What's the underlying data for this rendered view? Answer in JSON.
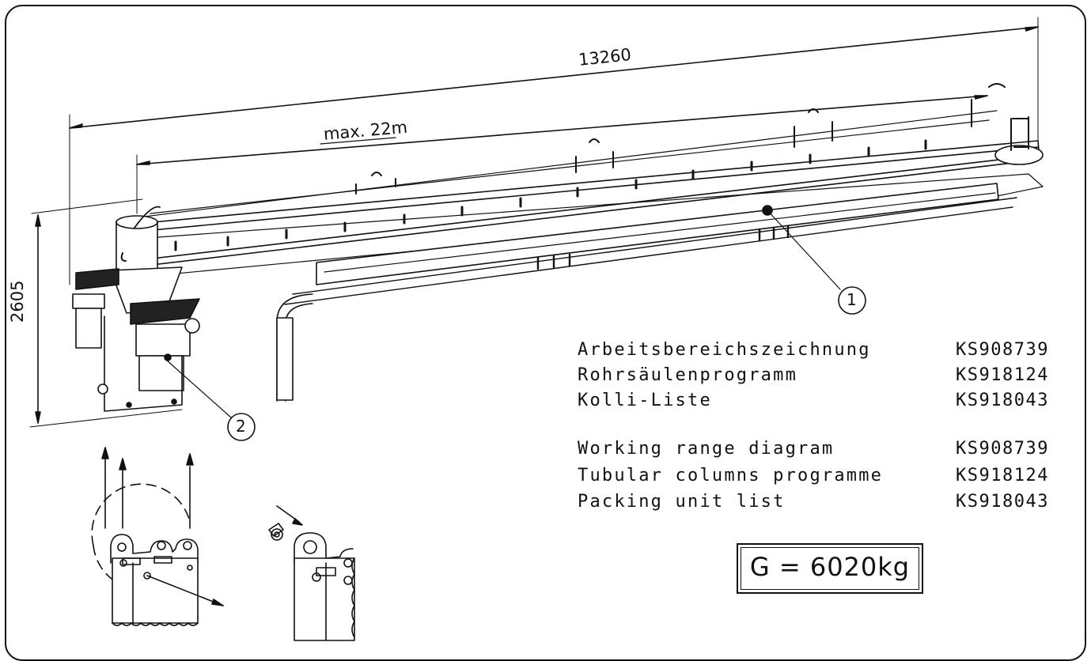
{
  "dimensions": {
    "overall_length": "13260",
    "max_length": "max. 22m",
    "height": "2605"
  },
  "callouts": [
    "1",
    "2"
  ],
  "documents": [
    {
      "label": "Arbeitsbereichszeichnung",
      "code": "KS908739"
    },
    {
      "label": "Rohrsäulenprogramm",
      "code": "KS918124"
    },
    {
      "label": "Kolli-Liste",
      "code": "KS918043"
    },
    {
      "label": "Working range diagram",
      "code": "KS908739"
    },
    {
      "label": "Tubular columns programme",
      "code": "KS918124"
    },
    {
      "label": "Packing unit list",
      "code": "KS918043"
    }
  ],
  "weight": "G = 6020kg"
}
